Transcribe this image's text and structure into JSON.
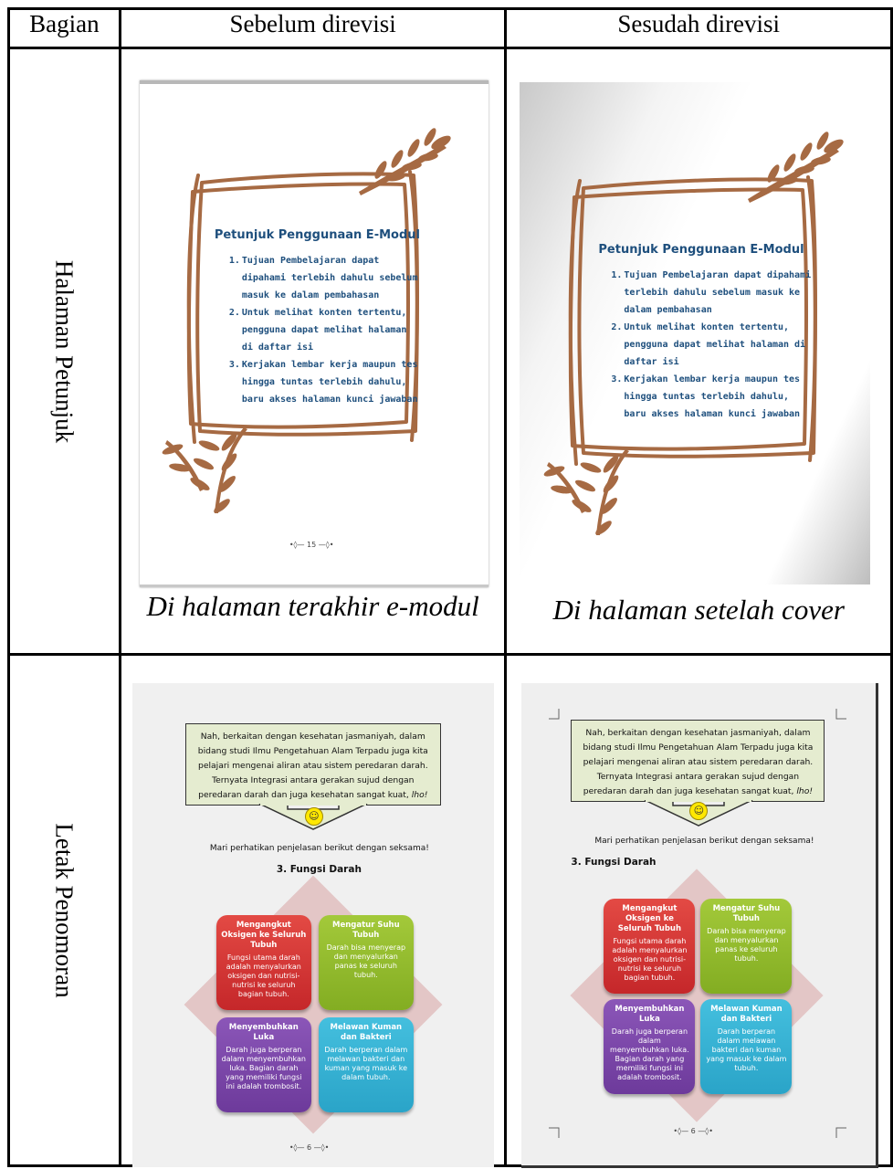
{
  "table": {
    "headers": [
      "Bagian",
      "Sebelum direvisi",
      "Sesudah direvisi"
    ],
    "rows": [
      {
        "label": "Halaman Petunjuk",
        "before_caption": "Di halaman terakhir e-modul",
        "after_caption": "Di halaman setelah cover"
      },
      {
        "label": "Letak Penomoran"
      }
    ]
  },
  "petunjuk": {
    "title": "Petunjuk Penggunaan E-Modul",
    "items": [
      {
        "num": "1.",
        "text": "Tujuan Pembelajaran dapat dipahami terlebih dahulu sebelum masuk ke dalam pembahasan"
      },
      {
        "num": "2.",
        "text": "Untuk melihat konten tertentu, pengguna dapat melihat halaman di daftar isi"
      },
      {
        "num": "3.",
        "text": "Kerjakan lembar kerja maupun tes hingga tuntas terlebih dahulu, baru akses halaman kunci jawaban"
      }
    ],
    "page_number": "•◊— 15 —◊•"
  },
  "penomoran": {
    "bubble_text": "Nah, berkaitan dengan kesehatan jasmaniyah, dalam bidang studi Ilmu Pengetahuan Alam Terpadu juga kita pelajari mengenai aliran atau sistem peredaran darah. Ternyata Integrasi antara gerakan sujud dengan peredaran darah dan juga kesehatan sangat kuat,",
    "bubble_emph": "lho!",
    "smiley": "☺",
    "instruction": "Mari perhatikan penjelasan berikut dengan seksama!",
    "heading": "3. Fungsi Darah",
    "boxes": [
      {
        "title": "Mengangkut Oksigen ke Seluruh Tubuh",
        "body": "Fungsi utama darah adalah menyalurkan oksigen dan nutrisi-nutrisi ke seluruh bagian tubuh."
      },
      {
        "title": "Mengatur Suhu Tubuh",
        "body": "Darah bisa menyerap dan menyalurkan panas ke seluruh tubuh."
      },
      {
        "title": "Menyembuhkan Luka",
        "body": "Darah juga berperan dalam menyembuhkan luka. Bagian darah yang memiliki fungsi ini adalah trombosit."
      },
      {
        "title": "Melawan Kuman dan Bakteri",
        "body": "Darah berperan dalam melawan bakteri dan kuman yang masuk ke dalam tubuh."
      }
    ],
    "page_number": "•◊— 6 —◊•"
  },
  "colors": {
    "frame_brown": "#a66a43",
    "text_blue": "#1e4f7d",
    "bubble_fill": "#e5ecd0",
    "box_red": "#d33a37",
    "box_green": "#93bb2e",
    "box_purple": "#7c48a9",
    "box_cyan": "#37b2d3",
    "diamond": "#e3c6c6"
  }
}
